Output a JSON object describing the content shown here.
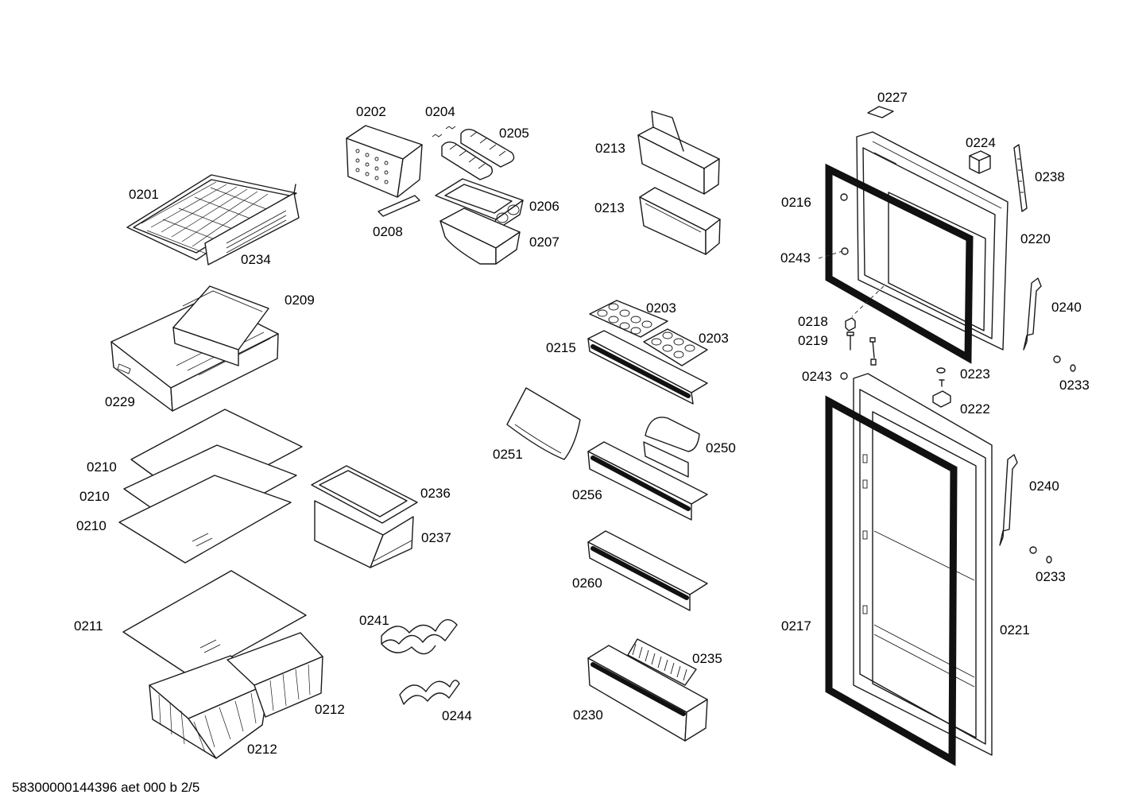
{
  "labels": {
    "p0201": "0201",
    "p0202": "0202",
    "p0203a": "0203",
    "p0203b": "0203",
    "p0204": "0204",
    "p0205": "0205",
    "p0206": "0206",
    "p0207": "0207",
    "p0208": "0208",
    "p0209": "0209",
    "p0210a": "0210",
    "p0210b": "0210",
    "p0210c": "0210",
    "p0211": "0211",
    "p0212a": "0212",
    "p0212b": "0212",
    "p0213a": "0213",
    "p0213b": "0213",
    "p0215": "0215",
    "p0216": "0216",
    "p0217": "0217",
    "p0218": "0218",
    "p0219": "0219",
    "p0220": "0220",
    "p0221": "0221",
    "p0222": "0222",
    "p0223": "0223",
    "p0224": "0224",
    "p0227": "0227",
    "p0229": "0229",
    "p0230": "0230",
    "p0233a": "0233",
    "p0233b": "0233",
    "p0234": "0234",
    "p0235": "0235",
    "p0236": "0236",
    "p0237": "0237",
    "p0238": "0238",
    "p0240a": "0240",
    "p0240b": "0240",
    "p0241": "0241",
    "p0243a": "0243",
    "p0243b": "0243",
    "p0244": "0244",
    "p0250": "0250",
    "p0251": "0251",
    "p0256": "0256",
    "p0260": "0260"
  },
  "footer": "58300000144396 aet 000 b 2/5"
}
